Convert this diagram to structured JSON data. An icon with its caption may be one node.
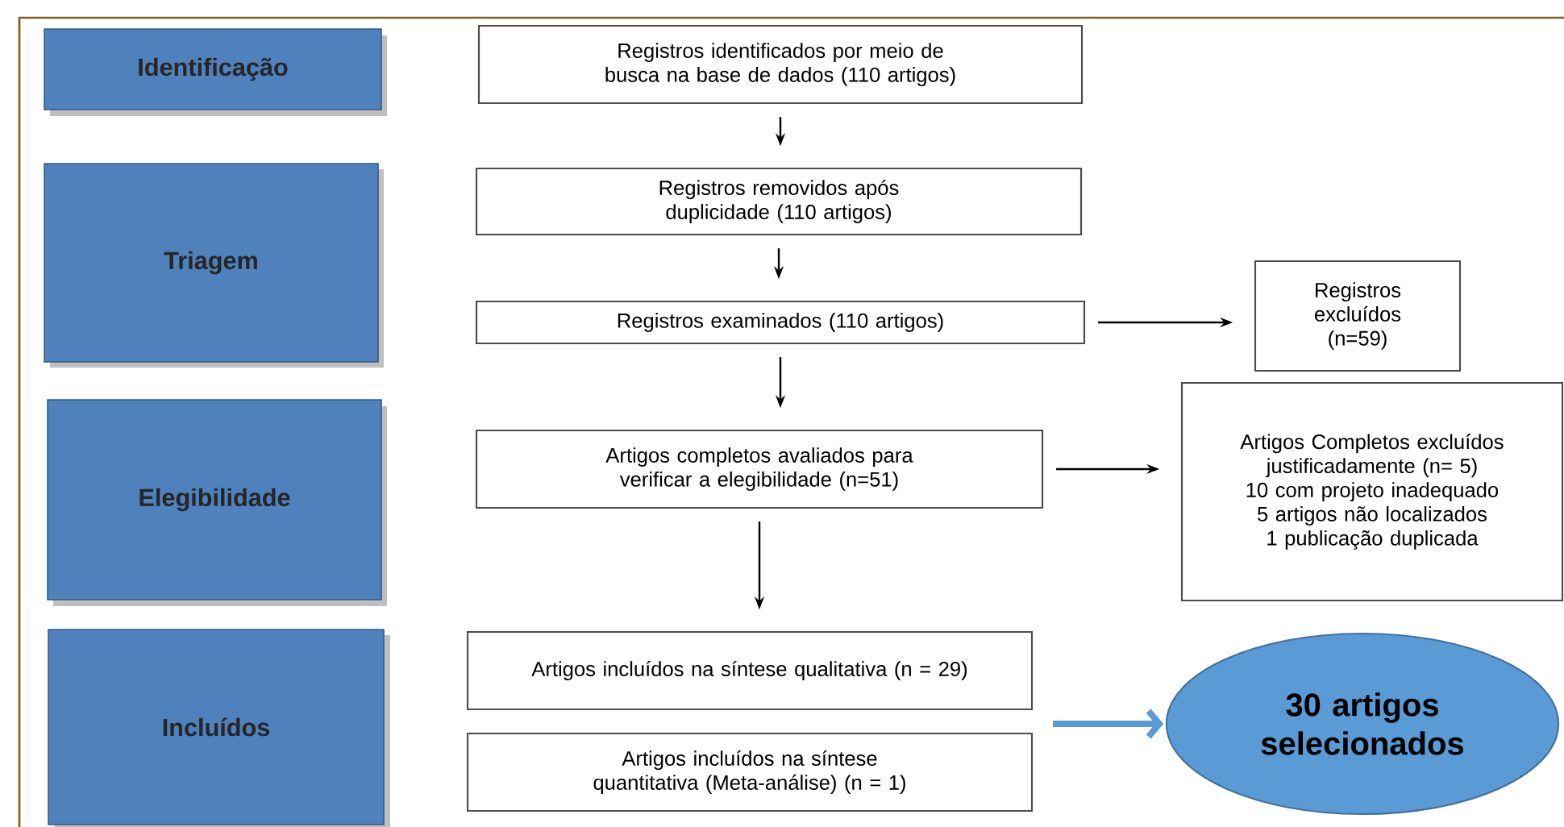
{
  "diagram": {
    "nodes": [
      {
        "text": [
          "Identificação"
        ]
      },
      {
        "text": [
          "Triagem"
        ]
      },
      {
        "text": [
          "Elegibilidade"
        ]
      },
      {
        "text": [
          "Incluídos"
        ]
      },
      {
        "text": [
          "Registros identificados por meio de busca na base de dados (110 artigos)"
        ]
      },
      {
        "text": [
          "Registros removidos após duplicidade (110 artigos)"
        ]
      },
      {
        "text": [
          "Registros examinados (110 artigos)"
        ]
      },
      {
        "text": [
          "Registros excluídos (n=59)"
        ]
      },
      {
        "text": [
          "Artigos completos avaliados para verificar a elegibilidade (n=51)"
        ]
      },
      {
        "text": [
          "Artigos Completos excluídos justificadamente (n= 5)",
          "10 com projeto inadequado",
          "5 artigos não localizados",
          "1 publicação duplicada"
        ]
      },
      {
        "text": [
          "Artigos incluídos na síntese qualitativa (n = 29)"
        ]
      },
      {
        "text": [
          "Artigos incluídos na síntese quantitativa (Meta-análise) (n = 1)"
        ]
      },
      {
        "text": [
          "30 artigos selecionados"
        ]
      }
    ],
    "edges": [
      {
        "from": 4,
        "to": 5,
        "arrow": "to"
      },
      {
        "from": 5,
        "to": 6,
        "arrow": "to"
      },
      {
        "from": 6,
        "to": 7,
        "arrow": "to"
      },
      {
        "from": 6,
        "to": 8,
        "arrow": "to"
      },
      {
        "from": 8,
        "to": 9,
        "arrow": "to"
      },
      {
        "from": 8,
        "to": 10,
        "arrow": "to"
      },
      {
        "from": null,
        "to": 12,
        "arrow": "to",
        "style": "thick",
        "color": "#5b9bd5"
      }
    ]
  }
}
